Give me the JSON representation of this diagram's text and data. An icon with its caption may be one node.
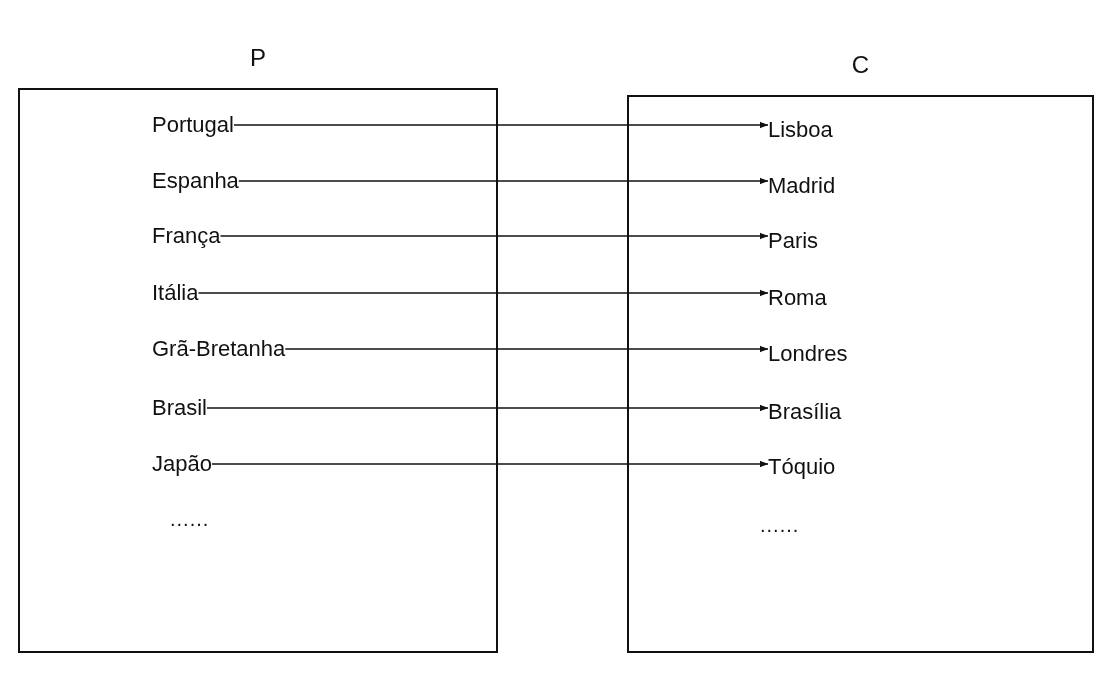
{
  "diagram": {
    "nodes": [
      {
        "text": [
          "P"
        ]
      },
      {
        "text": [
          "Portugal"
        ],
        "in": 0
      },
      {
        "text": [
          "Espanha"
        ],
        "in": 0
      },
      {
        "text": [
          "França"
        ],
        "in": 0
      },
      {
        "text": [
          "Itália"
        ],
        "in": 0
      },
      {
        "text": [
          "Grã-Bretanha"
        ],
        "in": 0
      },
      {
        "text": [
          "Brasil"
        ],
        "in": 0
      },
      {
        "text": [
          "Japão"
        ],
        "in": 0
      },
      {
        "text": [
          "C"
        ]
      },
      {
        "text": [
          "Lisboa"
        ],
        "in": 8
      },
      {
        "text": [
          "Madrid"
        ],
        "in": 8
      },
      {
        "text": [
          "Paris"
        ],
        "in": 8
      },
      {
        "text": [
          "Roma"
        ],
        "in": 8
      },
      {
        "text": [
          "Londres"
        ],
        "in": 8
      },
      {
        "text": [
          "Brasília"
        ],
        "in": 8
      },
      {
        "text": [
          "Tóquio"
        ],
        "in": 8
      }
    ],
    "edges": [
      {
        "from": 1,
        "to": 9,
        "arrow": "to"
      },
      {
        "from": 2,
        "to": 10,
        "arrow": "to"
      },
      {
        "from": 3,
        "to": 11,
        "arrow": "to"
      },
      {
        "from": 4,
        "to": 12,
        "arrow": "to"
      },
      {
        "from": 5,
        "to": 13,
        "arrow": "to"
      },
      {
        "from": 6,
        "to": 14,
        "arrow": "to"
      },
      {
        "from": 7,
        "to": 15,
        "arrow": "to"
      }
    ],
    "labels": [
      "......",
      "......"
    ]
  }
}
